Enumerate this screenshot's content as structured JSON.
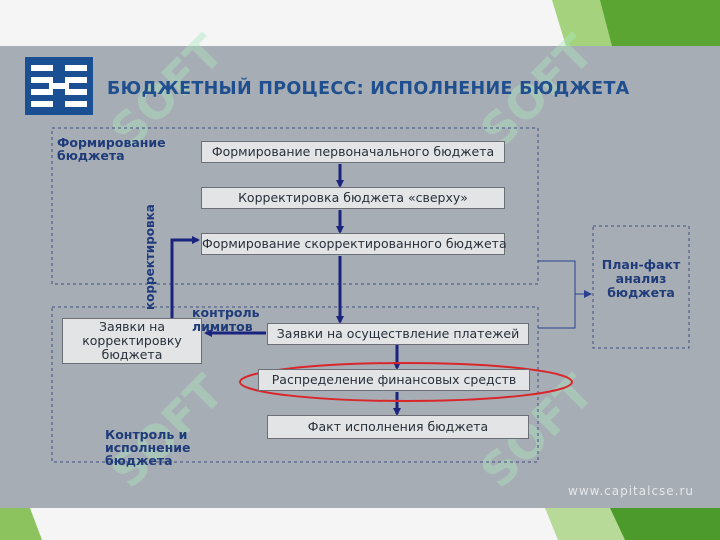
{
  "title": "БЮДЖЕТНЫЙ ПРОЦЕСС: ИСПОЛНЕНИЕ БЮДЖЕТА",
  "sections": {
    "formation": "Формирование бюджета",
    "control": "Контроль и исполнение бюджета"
  },
  "boxes": {
    "initial": "Формирование первоначального бюджета",
    "top_adjust": "Корректировка бюджета «сверху»",
    "adjusted": "Формирование скорректированного бюджета",
    "requests_adjust": "Заявки на корректировку бюджета",
    "payment_requests": "Заявки на осуществление платежей",
    "distribution": "Распределение финансовых средств",
    "fact": "Факт исполнения бюджета",
    "plan_fact": "План-факт анализ бюджета"
  },
  "labels": {
    "adjustment_vertical": "корректировка",
    "limit_control": "контроль лимитов"
  },
  "footer_url": "www.capitalcse.ru",
  "watermark": "SOFT",
  "colors": {
    "band": "#f4f5f4",
    "background": "#a7adb4",
    "title": "#1f4f8f",
    "arrow": "#1a237e",
    "highlight": "#d9262b",
    "accent_green": "#5ba532"
  }
}
